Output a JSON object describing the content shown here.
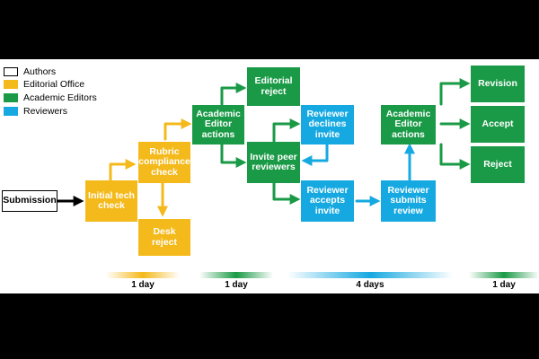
{
  "legend": [
    {
      "label": "Authors",
      "color": "#ffffff",
      "border": "#000000"
    },
    {
      "label": "Editorial Office",
      "color": "#f4b91a"
    },
    {
      "label": "Academic Editors",
      "color": "#1a9a46"
    },
    {
      "label": "Reviewers",
      "color": "#16a9e1"
    }
  ],
  "nodes": {
    "submission": "Submission",
    "initial_tech_check": "Initial tech check",
    "rubric_compliance_check": "Rubric compliance check",
    "desk_reject": "Desk reject",
    "academic_editor_actions_1": "Academic Editor actions",
    "editorial_reject": "Editorial reject",
    "invite_peer_reviewers": "Invite peer reviewers",
    "reviewer_declines_invite": "Reviewer declines invite",
    "reviewer_accepts_invite": "Reviewer accepts invite",
    "reviewer_submits_review": "Reviewer submits review",
    "academic_editor_actions_2": "Academic Editor actions",
    "revision": "Revision",
    "accept": "Accept",
    "reject": "Reject"
  },
  "timeline": [
    {
      "label": "1 day",
      "color": "#f4b91a"
    },
    {
      "label": "1 day",
      "color": "#1a9a46"
    },
    {
      "label": "4 days",
      "color": "#16a9e1"
    },
    {
      "label": "1 day",
      "color": "#1a9a46"
    }
  ]
}
